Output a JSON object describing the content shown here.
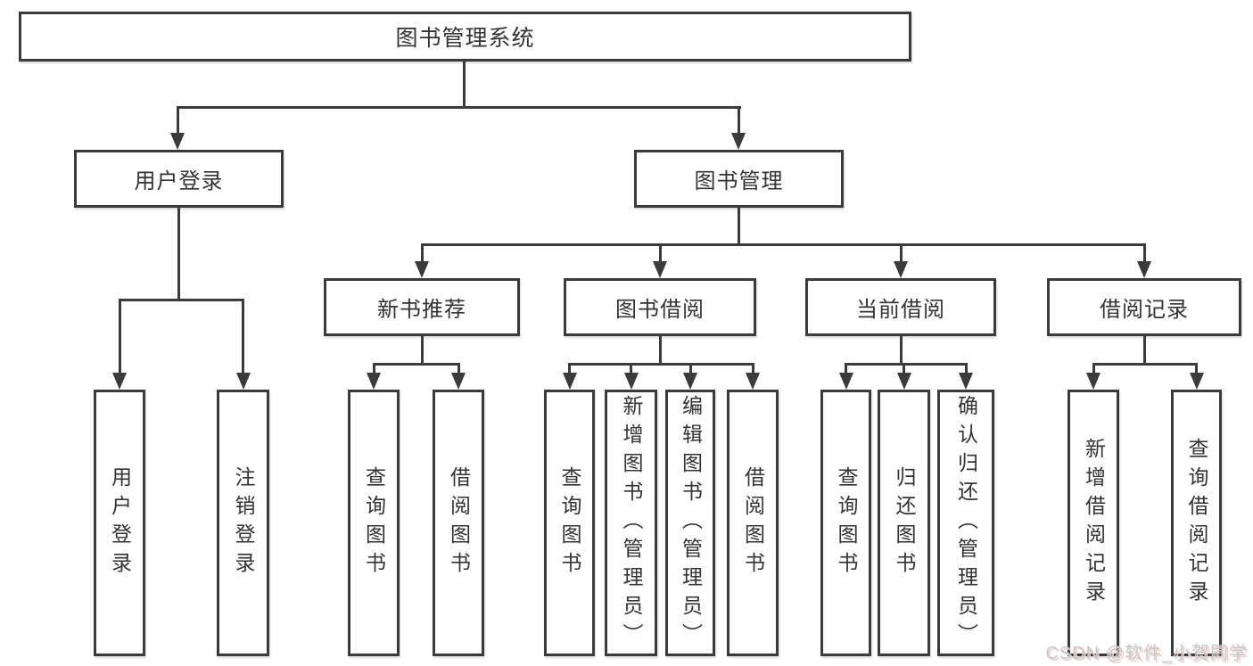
{
  "nodes": {
    "root": "图书管理系统",
    "branches": [
      {
        "label": "用户登录",
        "children": [
          "用户登录",
          "注销登录"
        ]
      },
      {
        "label": "图书管理",
        "children": [
          {
            "label": "新书推荐",
            "children": [
              "查询图书",
              "借阅图书"
            ]
          },
          {
            "label": "图书借阅",
            "children": [
              "查询图书",
              "新增图书（管理员）",
              "编辑图书（管理员）",
              "借阅图书"
            ]
          },
          {
            "label": "当前借阅",
            "children": [
              "查询图书",
              "归还图书",
              "确认归还（管理员）"
            ]
          },
          {
            "label": "借阅记录",
            "children": [
              "新增借阅记录",
              "查询借阅记录"
            ]
          }
        ]
      }
    ]
  },
  "watermark": {
    "text": "CSDN @软件_小贺同学"
  },
  "colors": {
    "line": "#3b3b3b",
    "text": "#333333",
    "background": "#ffffff",
    "watermark_text": "#c8c8c8",
    "watermark_shadow": "#eed0d0"
  }
}
